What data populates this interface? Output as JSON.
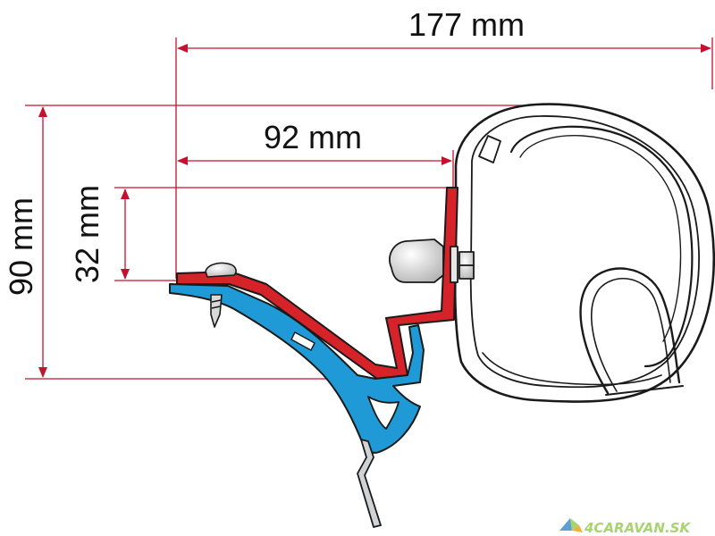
{
  "dimensions": {
    "width_total": "177 mm",
    "width_bracket": "92 mm",
    "height_total": "90 mm",
    "height_bracket": "32 mm"
  },
  "watermark": {
    "text": "4CARAVAN.SK"
  },
  "colors": {
    "dimension_line": "#c8102e",
    "bracket_red": "#d62229",
    "adapter_blue": "#1f9ad6",
    "outline": "#1a1a1a",
    "awning_fill": "#ffffff",
    "watermark_green": "#8cc63f",
    "watermark_blue": "#2a7fc1",
    "watermark_orange": "#f39200"
  }
}
